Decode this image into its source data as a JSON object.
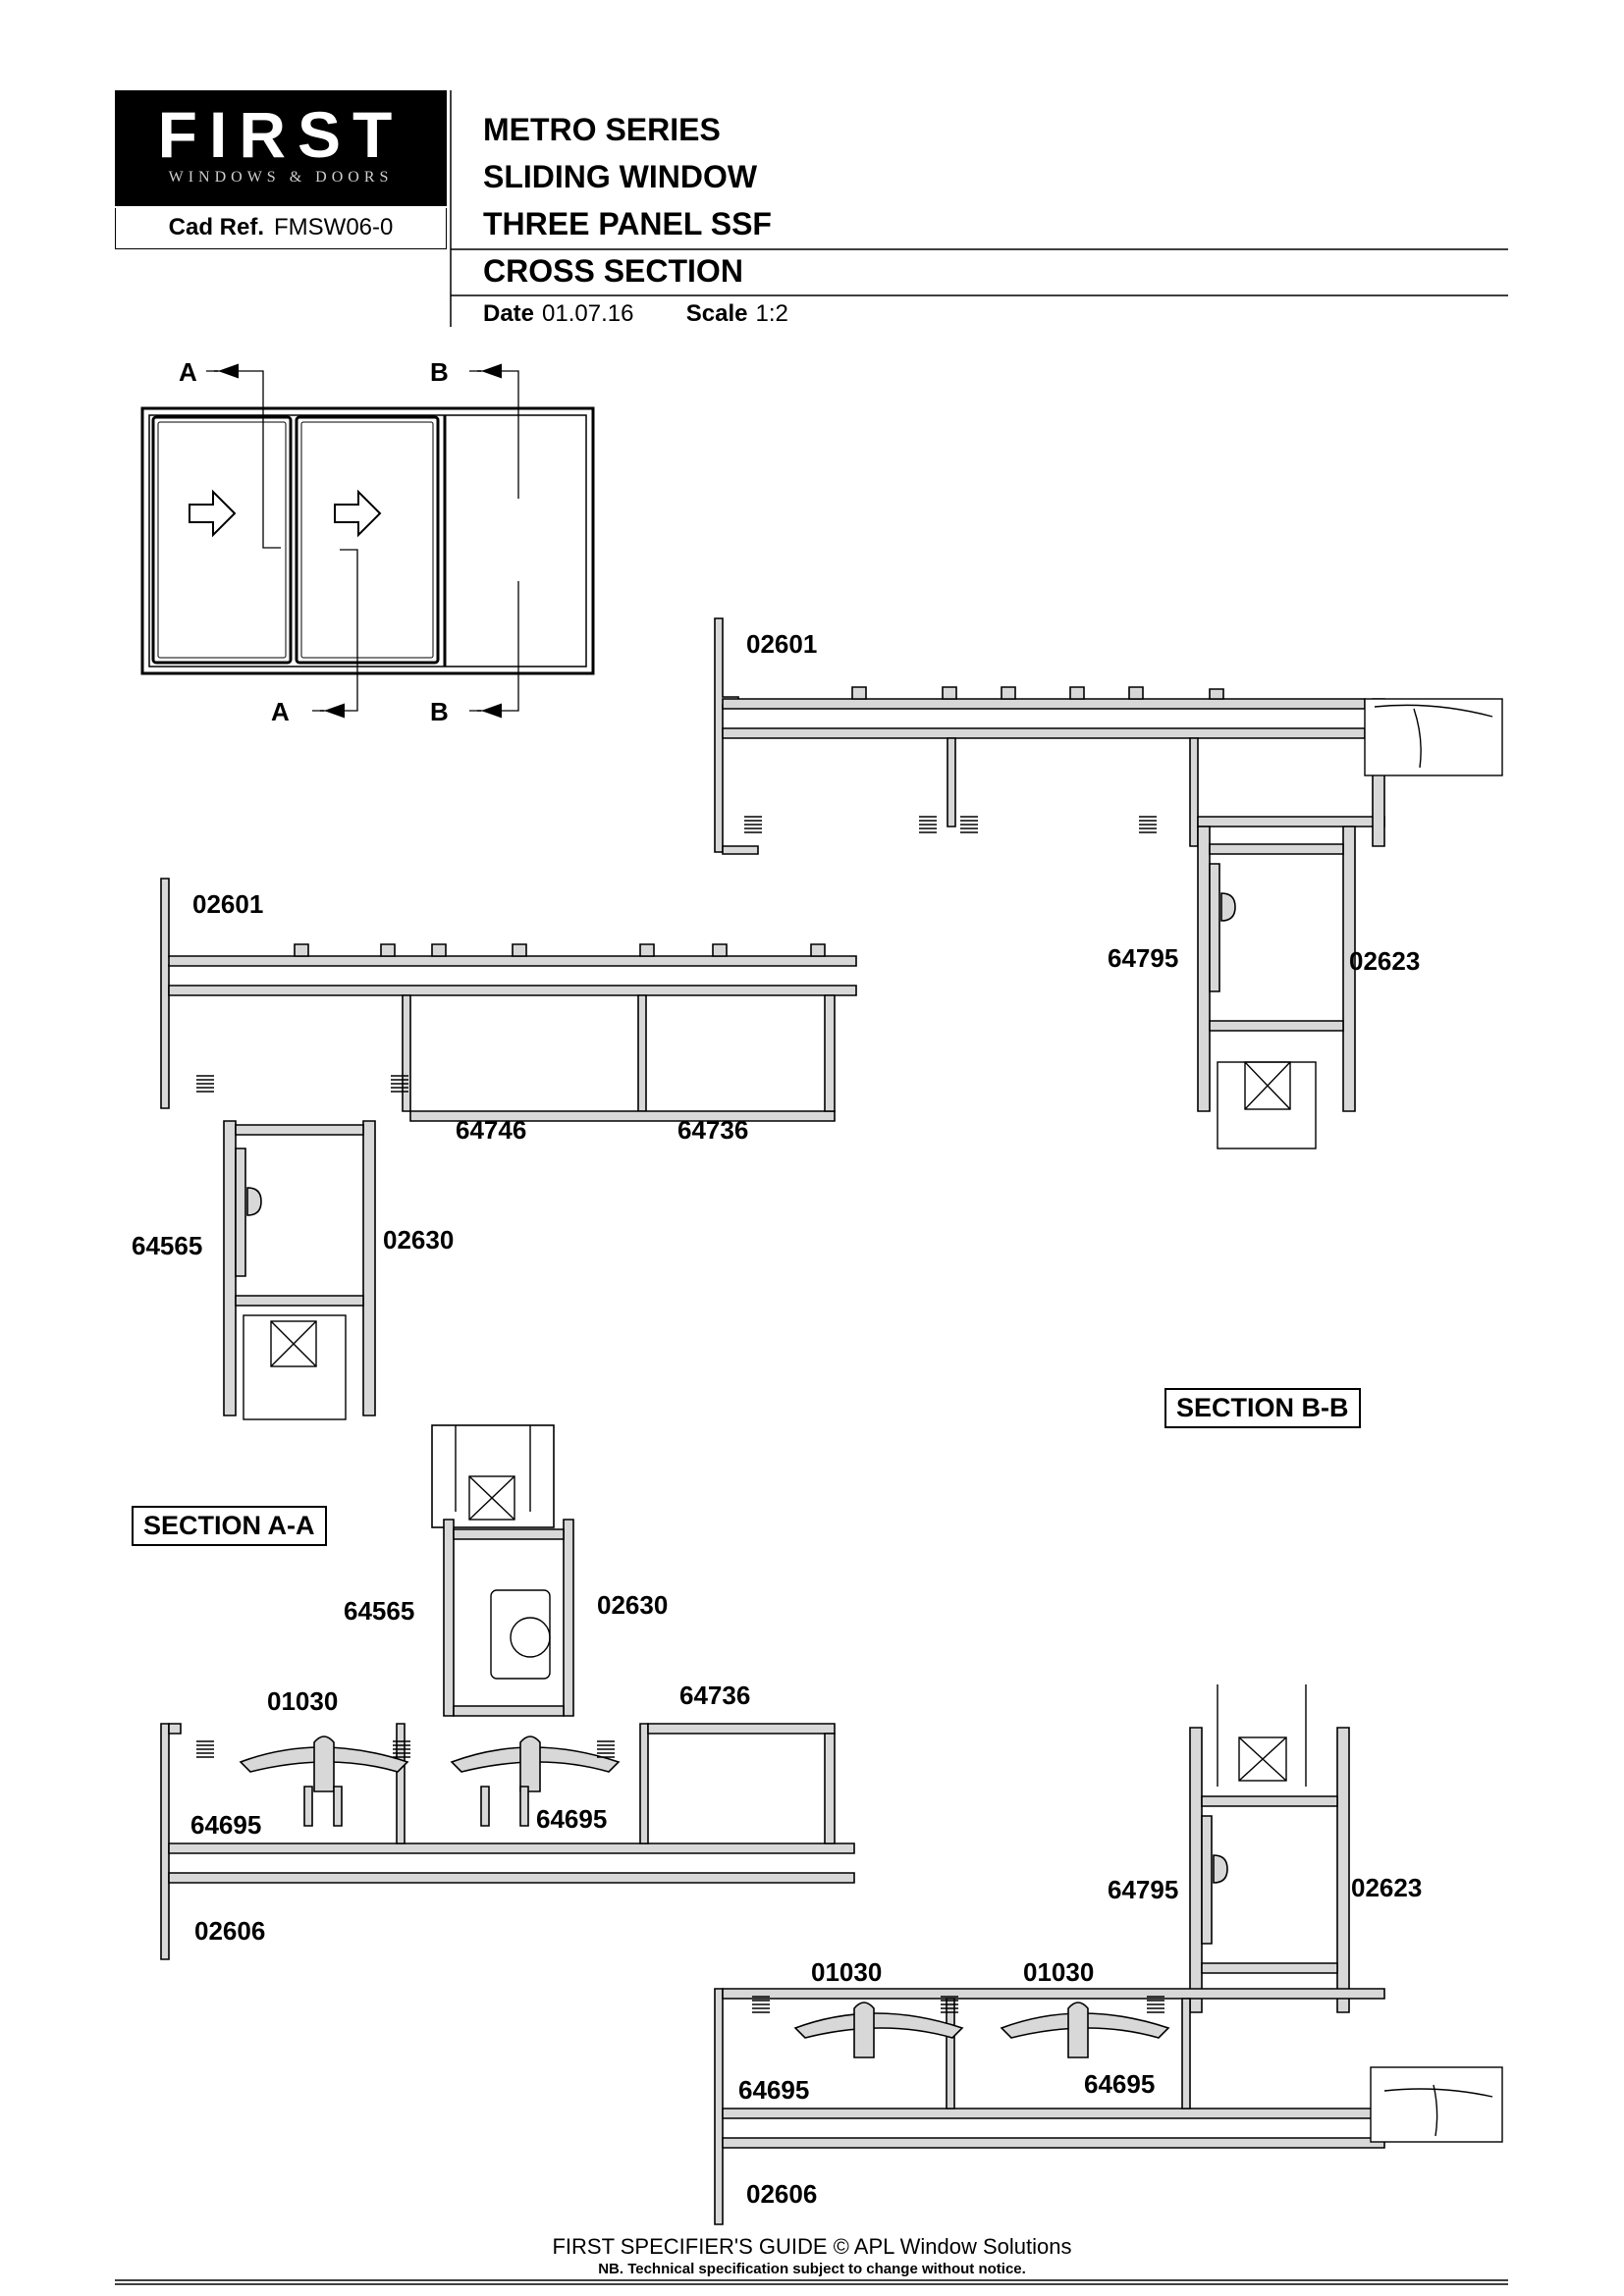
{
  "logo": {
    "main": "FIRST",
    "sub": "WINDOWS & DOORS"
  },
  "cad_ref": {
    "label": "Cad Ref.",
    "value": "FMSW06-0"
  },
  "titles": [
    "METRO SERIES",
    "SLIDING WINDOW",
    "THREE PANEL SSF",
    "CROSS SECTION"
  ],
  "date": {
    "label": "Date",
    "value": "01.07.16"
  },
  "scale": {
    "label": "Scale",
    "value": "1:2"
  },
  "section_marks": {
    "a_top": "A",
    "a_bottom": "A",
    "b_top": "B",
    "b_bottom": "B"
  },
  "section_labels": {
    "aa": "SECTION A-A",
    "bb": "SECTION B-B"
  },
  "parts": {
    "bb_02601": "02601",
    "bb_64795": "64795",
    "bb_02623": "02623",
    "aa_top_02601": "02601",
    "aa_top_64746": "64746",
    "aa_top_64736": "64736",
    "aa_top_64565": "64565",
    "aa_top_02630": "02630",
    "aa_bot_64565": "64565",
    "aa_bot_02630": "02630",
    "aa_bot_01030": "01030",
    "aa_bot_64736": "64736",
    "aa_bot_64695_a": "64695",
    "aa_bot_64695_b": "64695",
    "aa_bot_02606": "02606",
    "bb_bot_64795": "64795",
    "bb_bot_02623": "02623",
    "bb_bot_01030_a": "01030",
    "bb_bot_01030_b": "01030",
    "bb_bot_64695_a": "64695",
    "bb_bot_64695_b": "64695",
    "bb_bot_02606": "02606"
  },
  "footer": {
    "main": "FIRST SPECIFIER'S GUIDE  © APL Window Solutions",
    "sub": "NB. Technical specification subject to change without notice."
  }
}
